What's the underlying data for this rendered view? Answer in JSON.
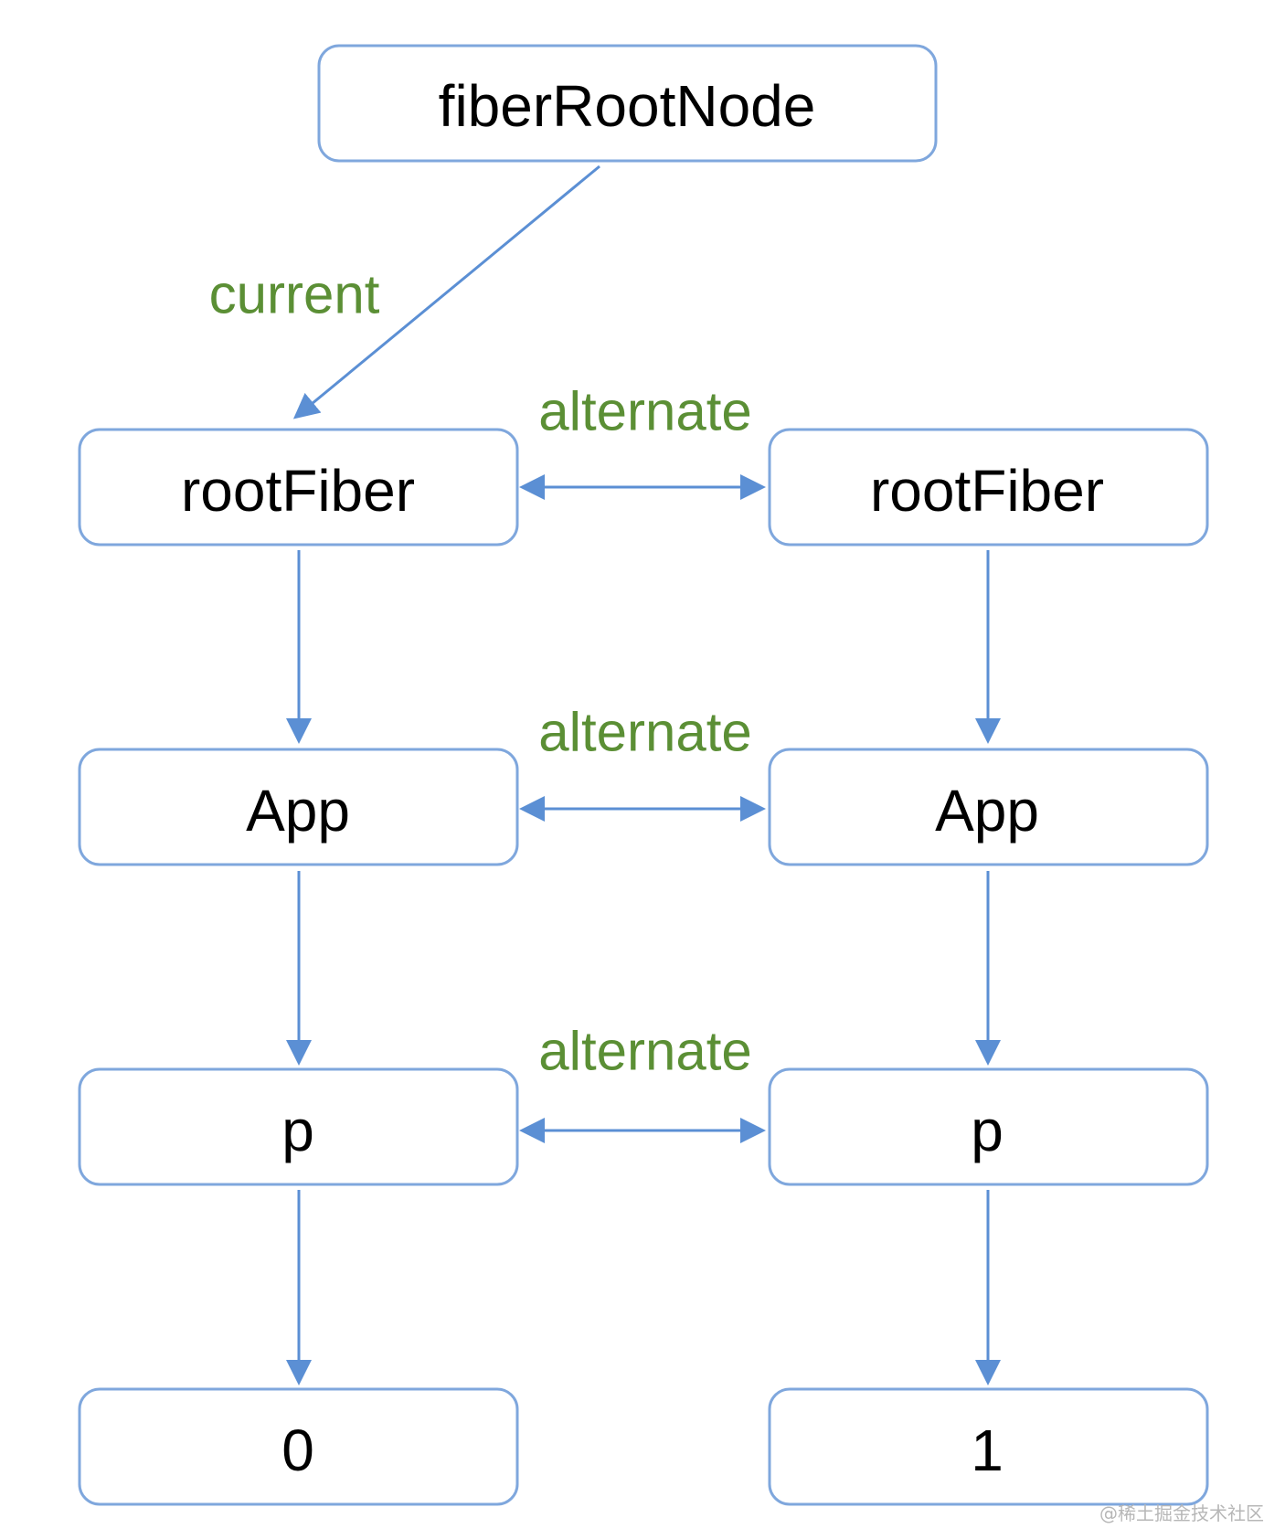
{
  "nodes": {
    "fiber_root": "fiberRootNode",
    "left_root_fiber": "rootFiber",
    "right_root_fiber": "rootFiber",
    "left_app": "App",
    "right_app": "App",
    "left_p": "p",
    "right_p": "p",
    "left_text": "0",
    "right_text": "1"
  },
  "edge_labels": {
    "current": "current",
    "alternate_root": "alternate",
    "alternate_app": "alternate",
    "alternate_p": "alternate"
  },
  "watermark": "@稀土掘金技术社区",
  "colors": {
    "node_border": "#7fa7dd",
    "edge": "#5b8fd4",
    "label_green": "#5b8f35",
    "node_text": "#000000"
  }
}
